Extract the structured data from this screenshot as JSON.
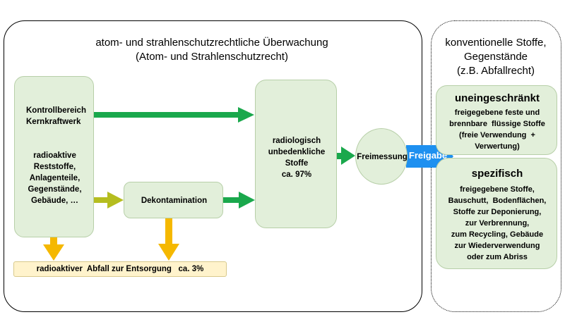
{
  "surveillance": {
    "title_line1": "atom- und strahlenschutzrechtliche Überwachung",
    "title_line2": "(Atom- und Strahlenschutzrecht)"
  },
  "conventional": {
    "title_line1": "konventionelle Stoffe,",
    "title_line2": "Gegenstände",
    "title_line3": "(z.B. Abfallrecht)"
  },
  "kontrollbereich": {
    "heading_line1": "Kontrollbereich",
    "heading_line2": "Kernkraftwerk",
    "items": [
      "radioaktive",
      "Reststoffe,",
      "Anlagenteile,",
      "Gegenstände,",
      "Gebäude, …"
    ]
  },
  "dekontamination": {
    "label": "Dekontamination"
  },
  "unbedenklich": {
    "lines": [
      "radiologisch",
      "unbedenkliche",
      "Stoffe",
      "ca. 97%"
    ]
  },
  "freimessung": {
    "label": "Freimessung"
  },
  "freigabe": {
    "label": "Freigabe"
  },
  "abfall": {
    "label": "radioaktiver  Abfall zur Entsorgung   ca. 3%"
  },
  "uneingeschraenkt": {
    "heading": "uneingeschränkt",
    "lines": [
      "freigegebene feste und",
      "brennbare  flüssige Stoffe",
      "(freie Verwendung  +",
      "Verwertung)"
    ]
  },
  "spezifisch": {
    "heading": "spezifisch",
    "lines": [
      "freigegebene Stoffe,",
      "Bauschutt,  Bodenflächen,",
      "Stoffe zur Deponierung,",
      "zur Verbrennung,",
      "zum Recycling, Gebäude",
      "zur Wiederverwendung",
      "oder zum Abriss"
    ]
  },
  "colors": {
    "green_arrow": "#1aa84c",
    "olive_arrow": "#b5bd1f",
    "orange_arrow": "#f5b800",
    "blue_arrow": "#1e90f0",
    "node_fill": "#e2efda",
    "abfall_fill": "#fff3cc"
  }
}
